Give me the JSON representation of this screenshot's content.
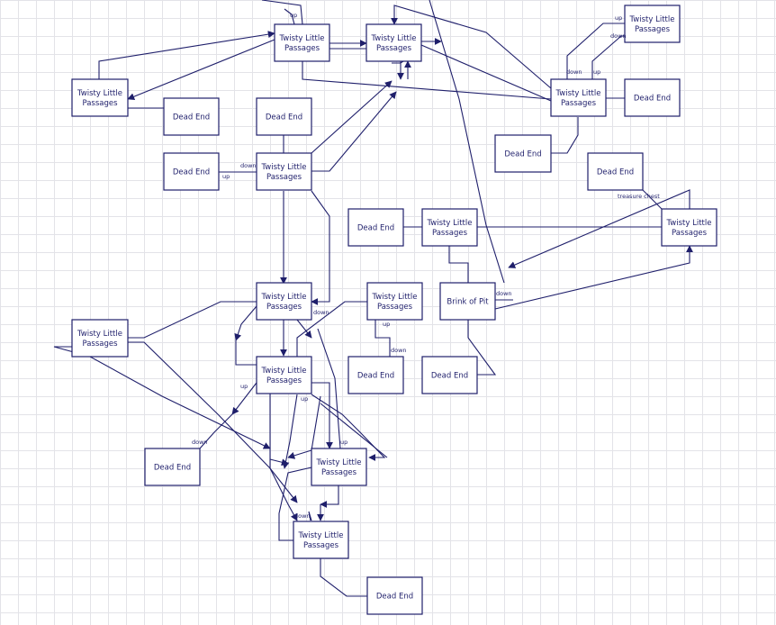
{
  "nodes": [
    {
      "id": "n1",
      "text": [
        "Twisty Little",
        "Passages"
      ]
    },
    {
      "id": "n2",
      "text": [
        "Twisty Little",
        "Passages"
      ]
    },
    {
      "id": "n3",
      "text": [
        "Twisty Little",
        "Passages"
      ]
    },
    {
      "id": "n4",
      "text": [
        "Twisty Little",
        "Passages"
      ]
    },
    {
      "id": "n5",
      "text": [
        "Twisty Little",
        "Passages"
      ]
    },
    {
      "id": "n6",
      "text": [
        "Dead End"
      ]
    },
    {
      "id": "n7",
      "text": [
        "Dead End"
      ]
    },
    {
      "id": "n8",
      "text": [
        "Dead End"
      ]
    },
    {
      "id": "n9",
      "text": [
        "Dead End"
      ]
    },
    {
      "id": "n10",
      "text": [
        "Twisty Little",
        "Passages"
      ]
    },
    {
      "id": "n11",
      "text": [
        "Dead End"
      ]
    },
    {
      "id": "n12",
      "text": [
        "Dead End"
      ]
    },
    {
      "id": "n13",
      "text": [
        "Twisty Little",
        "Passages"
      ]
    },
    {
      "id": "n14",
      "text": [
        "Dead End"
      ]
    },
    {
      "id": "n15",
      "text": [
        "Twisty Little",
        "Passages"
      ]
    },
    {
      "id": "n16",
      "text": [
        "Twisty Little",
        "Passages"
      ]
    },
    {
      "id": "n17",
      "text": [
        "Twisty Little",
        "Passages"
      ]
    },
    {
      "id": "n18",
      "text": [
        "Brink of Pit"
      ]
    },
    {
      "id": "n19",
      "text": [
        "Twisty Little",
        "Passages"
      ]
    },
    {
      "id": "n20",
      "text": [
        "Dead End"
      ]
    },
    {
      "id": "n21",
      "text": [
        "Dead End"
      ]
    },
    {
      "id": "n22",
      "text": [
        "Twisty Little",
        "Passages"
      ]
    },
    {
      "id": "n23",
      "text": [
        "Dead End"
      ]
    },
    {
      "id": "n24",
      "text": [
        "Twisty Little",
        "Passages"
      ]
    },
    {
      "id": "n25",
      "text": [
        "Twisty Little",
        "Passages"
      ]
    },
    {
      "id": "n26",
      "text": [
        "Dead End"
      ]
    },
    {
      "id": "n27",
      "text": [
        "Twisty Little",
        "Passages"
      ]
    }
  ],
  "labels": [
    "up",
    "down",
    "up",
    "down",
    "up",
    "up",
    "down",
    "treasure chest",
    "down",
    "down",
    "up",
    "down",
    "up",
    "up",
    "down",
    "up",
    "down"
  ]
}
